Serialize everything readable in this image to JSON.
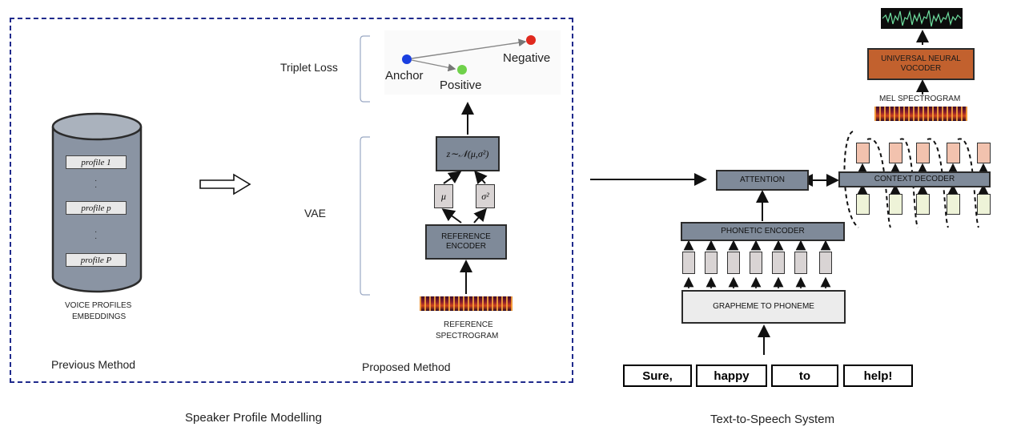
{
  "speaker_section": {
    "caption": "Speaker Profile Modelling",
    "previous": {
      "label": "Previous Method",
      "profiles": [
        "profile 1",
        "profile p",
        "profile P"
      ],
      "embeddings_line1": "VOICE PROFILES",
      "embeddings_line2": "EMBEDDINGS"
    },
    "proposed": {
      "label": "Proposed Method",
      "triplet_loss": "Triplet Loss",
      "anchor": "Anchor",
      "positive": "Positive",
      "negative": "Negative",
      "vae": "VAE",
      "latent": "z∼𝒩(μ,σ²)",
      "mu": "μ",
      "sigma": "σ²",
      "ref_encoder_line1": "REFERENCE",
      "ref_encoder_line2": "ENCODER",
      "ref_spec_line1": "REFERENCE",
      "ref_spec_line2": "SPECTROGRAM"
    },
    "colors": {
      "dashed_border": "#1f2a8c",
      "anchor": "#1a3fe0",
      "positive": "#6fd14a",
      "negative": "#e0291e"
    }
  },
  "tts_section": {
    "caption": "Text-to-Speech System",
    "vocoder_line1": "UNIVERSAL NEURAL",
    "vocoder_line2": "VOCODER",
    "mel_spectrogram": "MEL SPECTROGRAM",
    "attention": "ATTENTION",
    "context_decoder": "CONTEXT DECODER",
    "phonetic_encoder": "PHONETIC ENCODER",
    "g2p": "GRAPHEME TO PHONEME",
    "words": [
      "Sure,",
      "happy",
      "to",
      "help!"
    ],
    "colors": {
      "vocoder": "#c2612e",
      "decoder_top": "#f2c2ae",
      "decoder_bottom": "#eef3d8",
      "encoder_cells": "#d9d4d4"
    }
  }
}
